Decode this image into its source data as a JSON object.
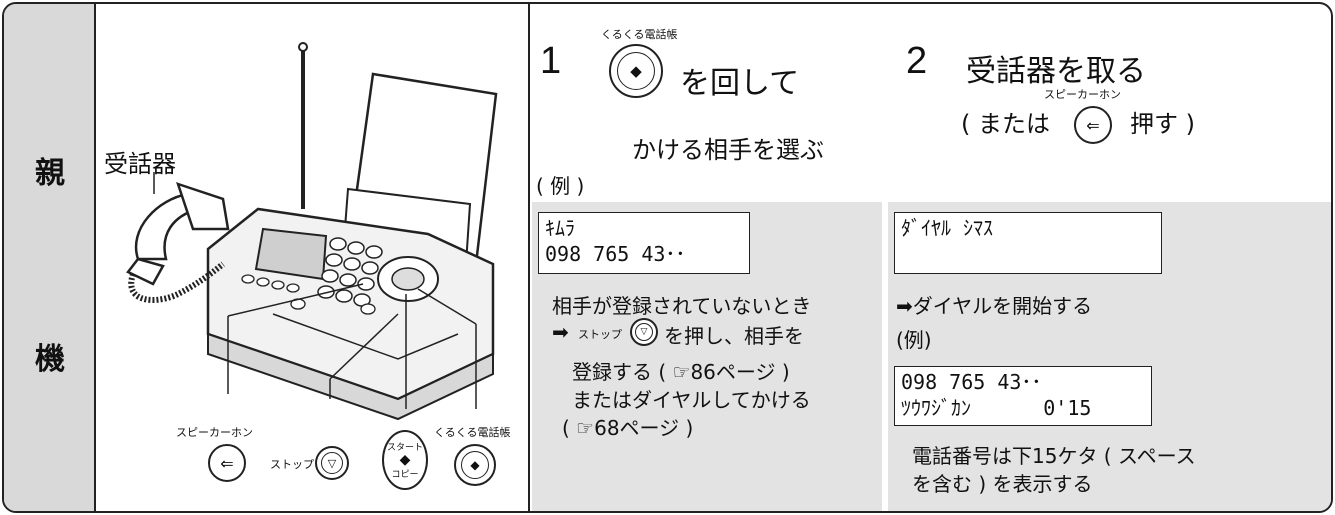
{
  "sidebar": {
    "char1": "親",
    "char2": "機"
  },
  "illustration": {
    "handset_label": "受話器",
    "speakerphone_label": "スピーカーホン",
    "stop_label": "ストップ",
    "start_label_top": "スタート",
    "start_label_bottom": "コピー",
    "jog_label": "くるくる電話帳"
  },
  "step1": {
    "number": "1",
    "jog_label": "くるくる電話帳",
    "action": "を回して",
    "subtext": "かける相手を選ぶ",
    "example": "( 例 )"
  },
  "step2": {
    "number": "2",
    "title": "受話器を取る",
    "speaker_label": "スピーカーホン",
    "alt_prefix": "( または",
    "alt_suffix": "押す )"
  },
  "panel1": {
    "lcd_line1": "ｷﾑﾗ",
    "lcd_line2": "098 765 43･･",
    "note_line1": "相手が登録されていないとき",
    "note_line2_arrow": "➡",
    "note_line2_stop": "ストップ",
    "note_line2_text": "を押し、相手を",
    "note_line3": "登録する ( ☞86ページ )",
    "note_line4": "またはダイヤルしてかける",
    "note_line5": "( ☞68ページ )"
  },
  "panel2": {
    "lcd1_line1": "ﾀﾞｲﾔﾙ ｼﾏｽ",
    "lcd1_line2": " ",
    "note1": "➡ダイヤルを開始する",
    "example": "(例)",
    "lcd2_line1": "098 765 43･･",
    "lcd2_line2": "ﾂｳﾜｼﾞｶﾝ      0'15",
    "note2_line1": "電話番号は下15ケタ ( スペース",
    "note2_line2": "を含む ) を表示する"
  }
}
